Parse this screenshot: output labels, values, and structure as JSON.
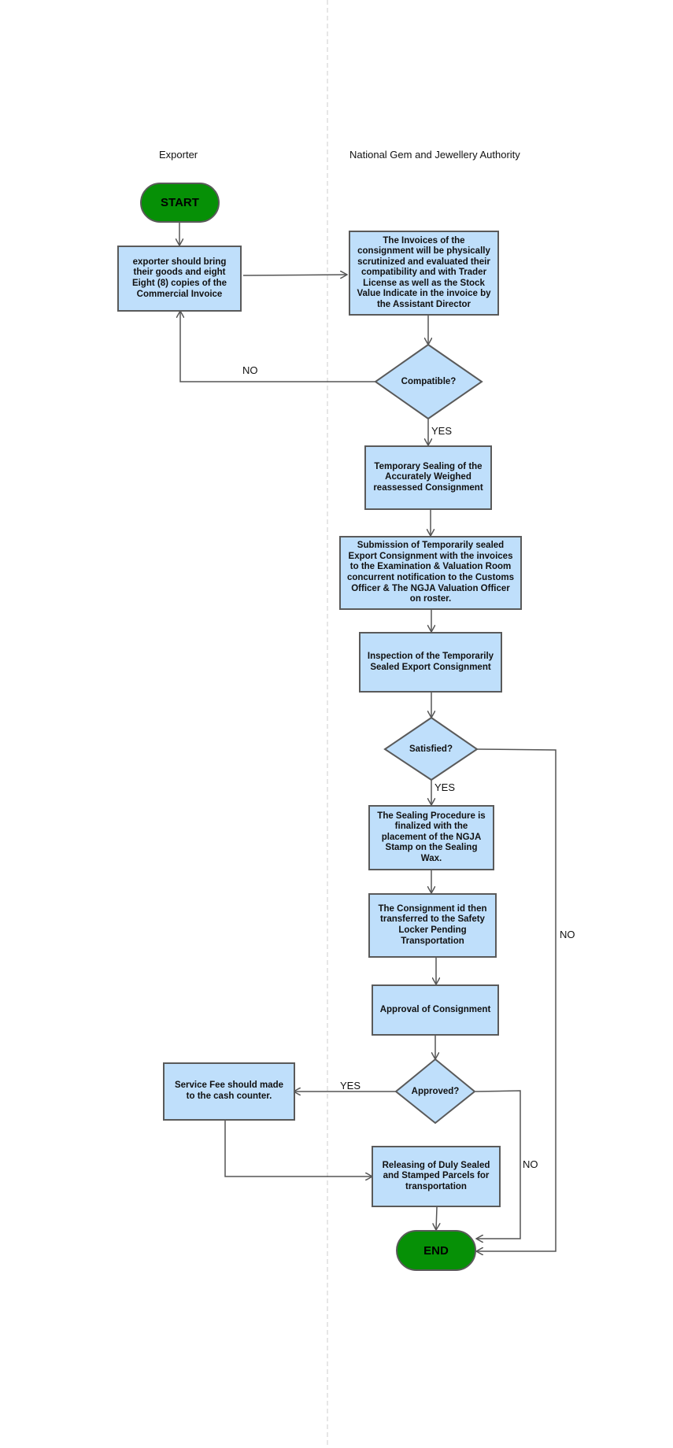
{
  "lanes": {
    "exporter": "Exporter",
    "ngja": "National Gem and Jewellery Authority"
  },
  "nodes": {
    "start": "START",
    "exporter_bring": "exporter should bring their goods and eight Eight (8) copies of the  Commercial Invoice",
    "invoices_scrutinized": "The Invoices of the consignment will be physically scrutinized and evaluated their compatibility and with Trader License as well as the Stock Value Indicate in the invoice by the Assistant Director",
    "compatible": "Compatible?",
    "temporary_sealing": "Temporary  Sealing of the Accurately Weighed reassessed Consignment",
    "submission": "Submission of Temporarily sealed Export Consignment with the invoices to the Examination & Valuation Room concurrent notification to the Customs Officer & The NGJA Valuation Officer on roster.",
    "inspection": "Inspection of the Temporarily Sealed Export Consignment",
    "satisfied": "Satisfied?",
    "sealing_finalized": "The Sealing Procedure is finalized with the placement of the NGJA Stamp on the Sealing Wax.",
    "safety_locker": "The Consignment id then transferred to the Safety Locker Pending Transportation",
    "approval": "Approval of Consignment",
    "approved": "Approved?",
    "service_fee": "Service Fee should made to the cash counter.",
    "releasing": "Releasing of Duly Sealed and Stamped Parcels for transportation",
    "end": "END"
  },
  "edge_labels": {
    "compatible_no": "NO",
    "compatible_yes": "YES",
    "satisfied_yes": "YES",
    "satisfied_no": "NO",
    "approved_yes": "YES",
    "approved_no": "NO"
  },
  "colors": {
    "process_fill": "#bfdffb",
    "terminal_fill": "#069006",
    "border": "#5a5a5a",
    "connector": "#555555",
    "lane_divider": "#cccccc"
  }
}
